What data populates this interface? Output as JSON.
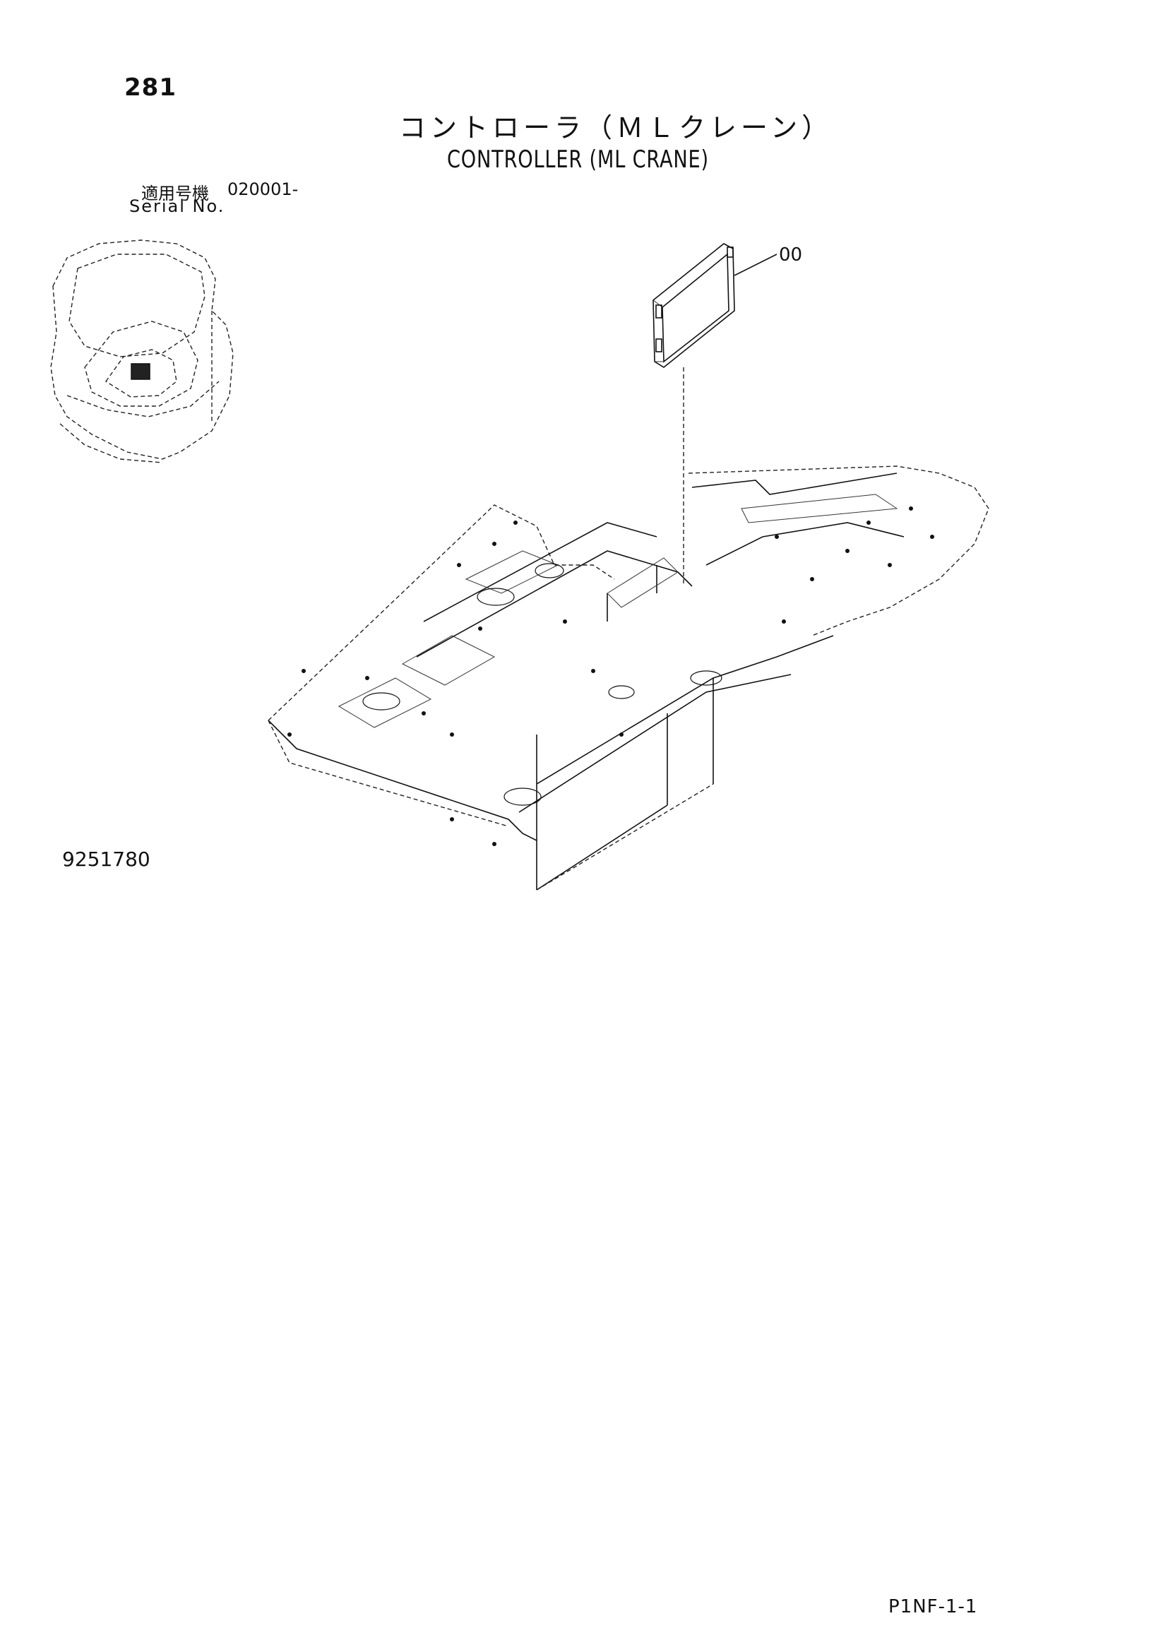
{
  "page_number": "281",
  "title": {
    "japanese": "コントローラ（ＭＬクレーン）",
    "english": "CONTROLLER (ML CRANE)"
  },
  "serial": {
    "label_japanese": "適用号機",
    "value": "020001-",
    "label_english": "Serial No."
  },
  "callout": {
    "part_label": "00"
  },
  "drawing_number": "9251780",
  "page_code": "P1NF-1-1"
}
